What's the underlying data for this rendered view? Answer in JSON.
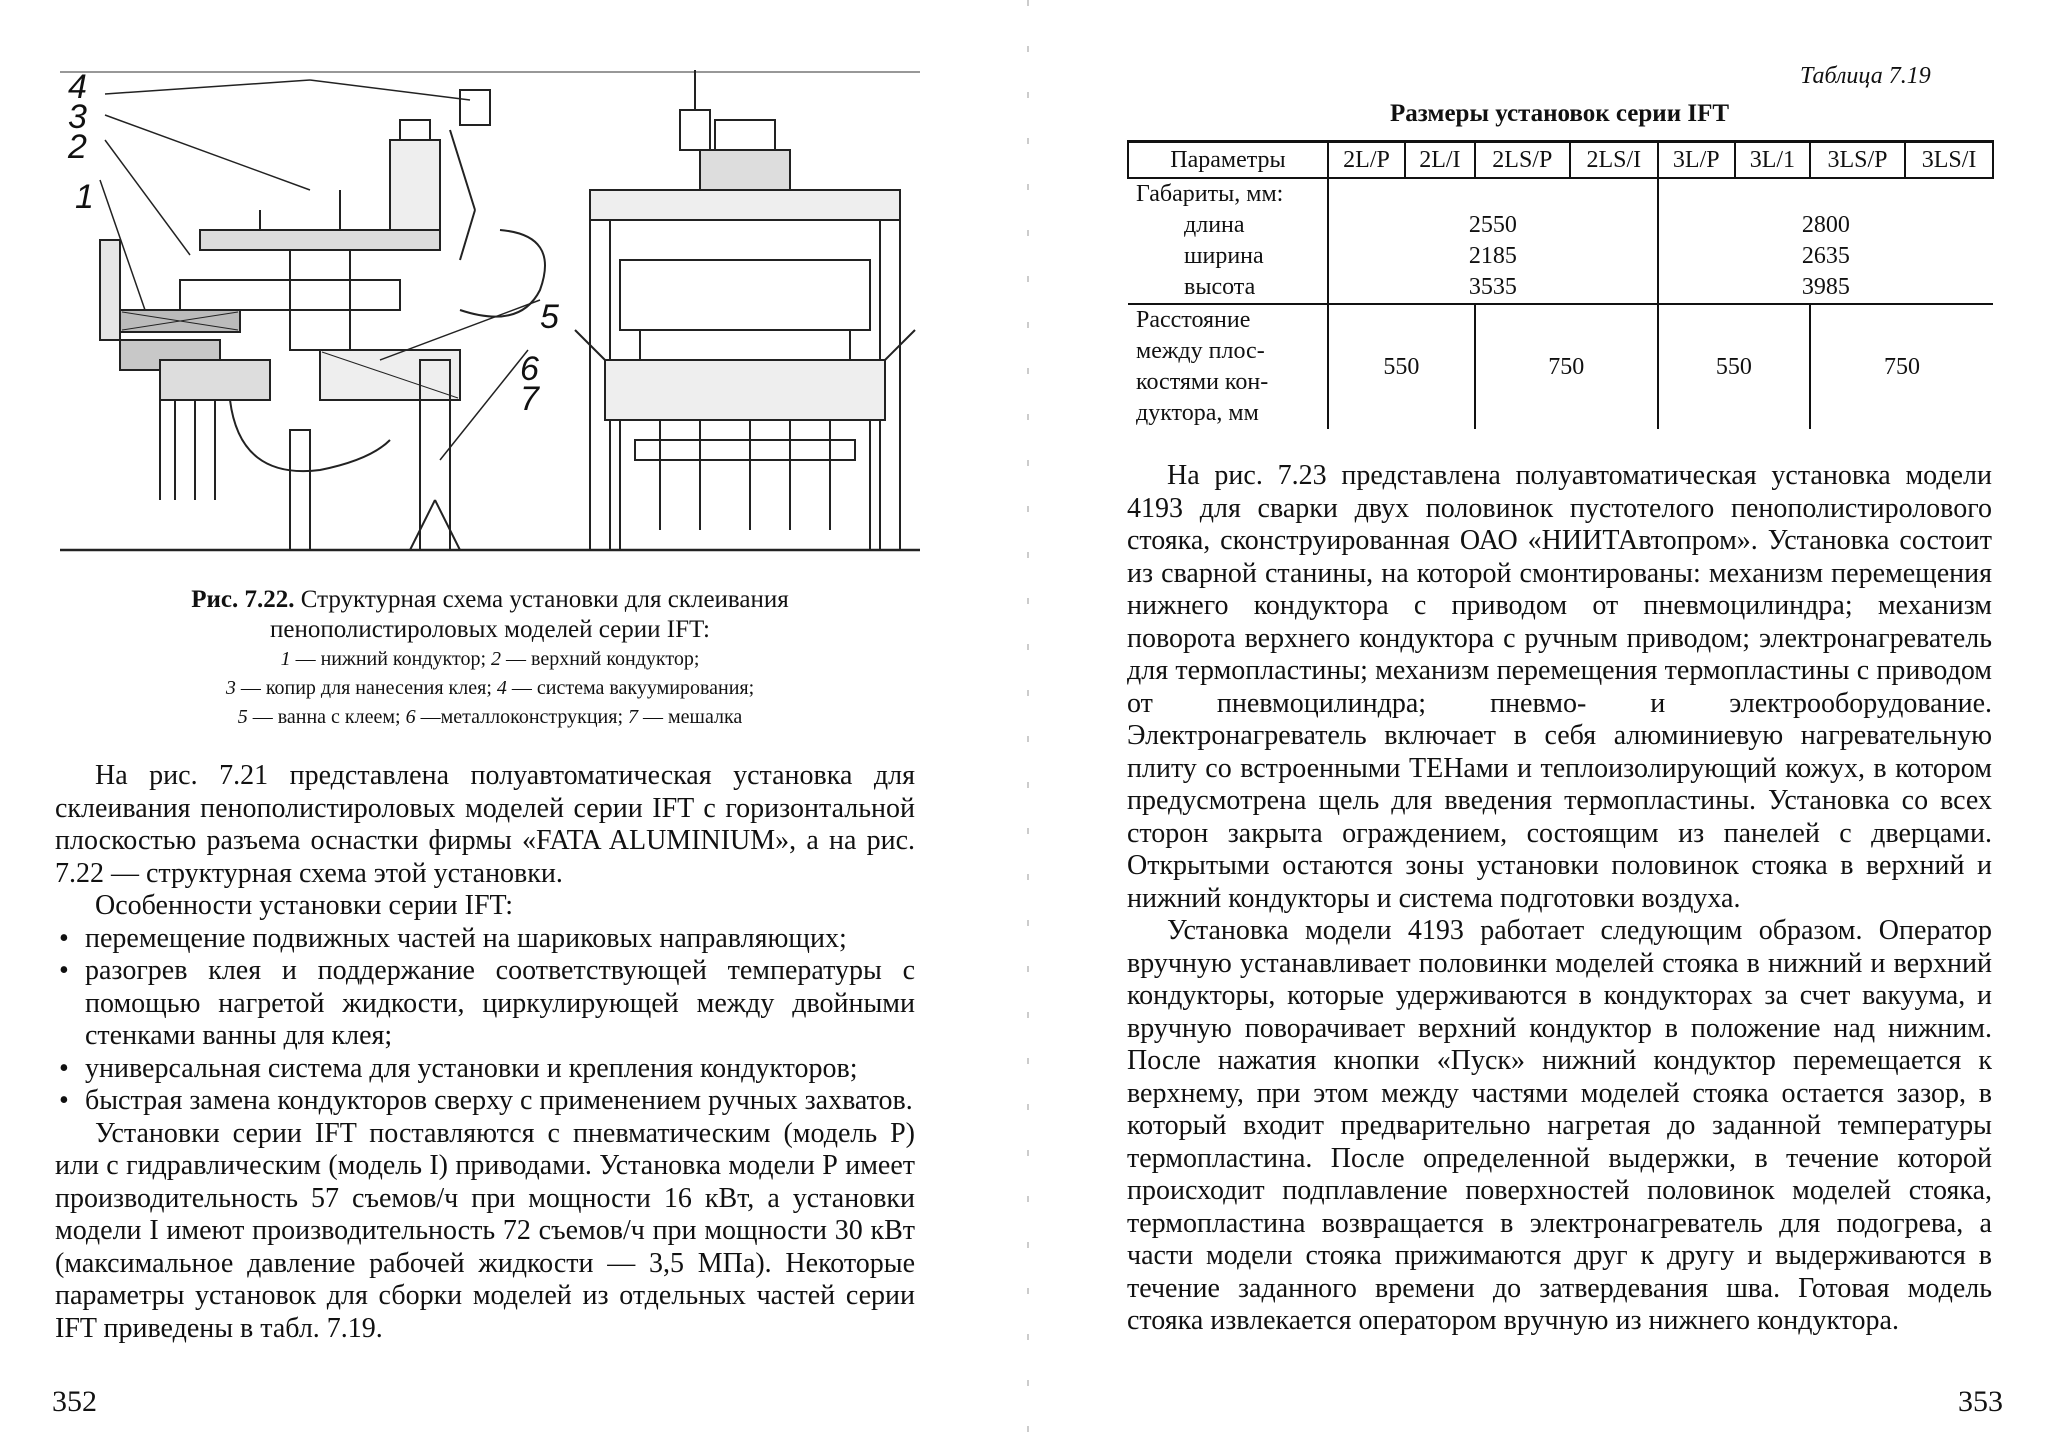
{
  "left_page": {
    "figure": {
      "callouts": [
        "4",
        "3",
        "2",
        "1",
        "5",
        "6",
        "7"
      ],
      "caption_number": "Рис. 7.22.",
      "caption_title_line1": " Структурная схема установки для склеивания",
      "caption_title_line2": "пенополистироловых моделей серии IFT:",
      "legend": [
        [
          {
            "n": "1",
            "t": " — нижний кондуктор; "
          },
          {
            "n": "2",
            "t": " — верхний кондуктор;"
          }
        ],
        [
          {
            "n": "3",
            "t": " — копир для нанесения клея; "
          },
          {
            "n": "4",
            "t": " — система вакуумирования;"
          }
        ],
        [
          {
            "n": "5",
            "t": " — ванна с клеем; "
          },
          {
            "n": "6",
            "t": " —металлоконструкция; "
          },
          {
            "n": "7",
            "t": " — мешалка"
          }
        ]
      ]
    },
    "para1": "На рис. 7.21 представлена полуавтоматическая установка для склеивания пенополистироловых моделей серии IFT с горизонтальной плоскостью разъема оснастки фирмы «FATA ALUMINIUM», а на рис. 7.22 — структурная схема этой установки.",
    "features_intro": "Особенности установки серии IFT:",
    "features": [
      "перемещение подвижных частей на шариковых направляющих;",
      "разогрев клея и поддержание соответствующей температуры с помощью нагретой жидкости, циркулирующей между двойными стенками ванны для клея;",
      "универсальная система для установки и крепления кондукторов;",
      "быстрая замена кондукторов сверху с применением ручных захватов."
    ],
    "para2": "Установки серии IFT поставляются с пневматическим (модель Р) или с гидравлическим (модель I) приводами. Установка модели Р имеет производительность 57 съемов/ч при мощности 16 кВт, а установки модели I имеют производительность 72 съемов/ч при мощности 30 кВт (максимальное давление рабочей жидкости — 3,5 МПа). Некоторые параметры установок для сборки моделей из отдельных частей серии IFT приведены в табл. 7.19.",
    "page_number": "352"
  },
  "right_page": {
    "table_label": "Таблица 7.19",
    "table_title": "Размеры установок серии IFT",
    "table": {
      "headers": [
        "Параметры",
        "2L/P",
        "2L/I",
        "2LS/P",
        "2LS/I",
        "3L/P",
        "3L/1",
        "3LS/P",
        "3LS/I"
      ],
      "group1_title": "Габариты, мм:",
      "group1_items": [
        "длина",
        "ширина",
        "высота"
      ],
      "group1_values_2": [
        "2550",
        "2185",
        "3535"
      ],
      "group1_values_3": [
        "2800",
        "2635",
        "3985"
      ],
      "group2_lines": [
        "Расстояние",
        "между плос-",
        "костями кон-",
        "дуктора, мм"
      ],
      "group2_values": [
        "550",
        "750",
        "550",
        "750"
      ]
    },
    "para1": "На рис. 7.23 представлена полуавтоматическая установка модели 4193 для сварки двух половинок пустотелого пенополистиролового стояка, сконструированная ОАО «НИИТАвтопром». Установка состоит из сварной станины, на которой смонтированы: механизм перемещения нижнего кондуктора с приводом от пневмоцилиндра; механизм поворота верхнего кондуктора с ручным приводом; электронагреватель для термопластины; механизм перемещения термопластины с приводом от пневмоцилиндра; пневмо- и электрооборудование. Электронагреватель включает в себя алюминиевую нагревательную плиту со встроенными ТЕНами и теплоизолирующий кожух, в котором предусмотрена щель для введения термопластины. Установка со всех сторон закрыта ограждением, состоящим из панелей с дверцами. Открытыми остаются зоны установки половинок стояка в верхний и нижний кондукторы и система подготовки воздуха.",
    "para2": "Установка модели 4193 работает следующим образом. Оператор вручную устанавливает половинки моделей стояка в нижний и верхний кондукторы, которые удерживаются в кондукторах за счет вакуума, и вручную поворачивает верхний кондуктор в положение над нижним. После нажатия кнопки «Пуск» нижний кондуктор перемещается к верхнему, при этом между частями моделей стояка остается зазор, в который входит предварительно нагретая до заданной температуры термопластина. После определенной выдержки, в течение которой происходит подплавление поверхностей половинок моделей стояка, термопластина возвращается в электронагреватель для подогрева, а части модели стояка прижимаются друг к другу и выдерживаются в течение заданного времени до затвердевания шва. Готовая модель стояка извлекается оператором вручную из нижнего кондуктора.",
    "page_number": "353"
  }
}
